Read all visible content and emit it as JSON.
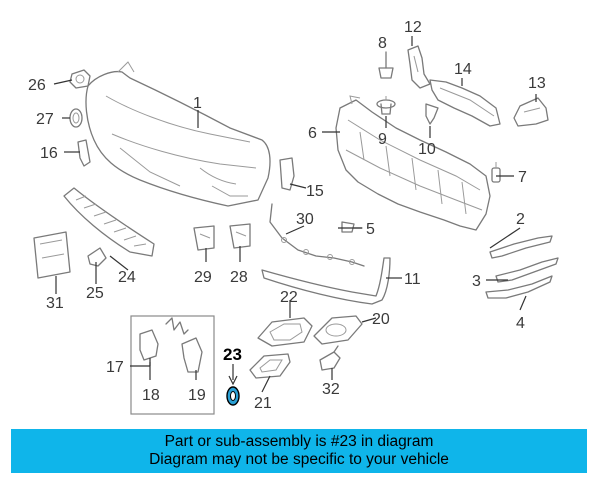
{
  "callouts": {
    "c1": "1",
    "c2": "2",
    "c3": "3",
    "c4": "4",
    "c5": "5",
    "c6": "6",
    "c7": "7",
    "c8": "8",
    "c9": "9",
    "c10": "10",
    "c11": "11",
    "c12": "12",
    "c13": "13",
    "c14": "14",
    "c15": "15",
    "c16": "16",
    "c17": "17",
    "c18": "18",
    "c19": "19",
    "c20": "20",
    "c21": "21",
    "c22": "22",
    "c23": "23",
    "c24": "24",
    "c25": "25",
    "c26": "26",
    "c27": "27",
    "c28": "28",
    "c29": "29",
    "c30": "30",
    "c31": "31",
    "c32": "32"
  },
  "highlighted_part": "23",
  "banner": {
    "line1": "Part or sub-assembly is #23 in diagram",
    "line2": "Diagram may not be specific to your vehicle"
  },
  "colors": {
    "banner_background": "#0fb5ea",
    "highlight_part_fill": "#2aa0d4"
  }
}
